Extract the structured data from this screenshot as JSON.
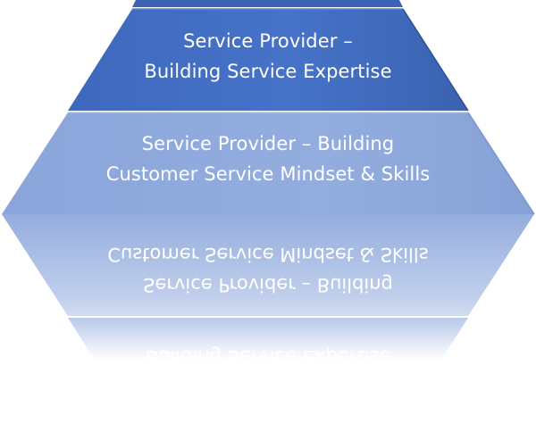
{
  "pyramid": {
    "tiers": [
      {
        "line1": "Service Provider –",
        "line2": "Building Service Expertise"
      },
      {
        "line1": "Service Provider – Building",
        "line2": "Customer Service Mindset & Skills"
      }
    ]
  },
  "colors": {
    "tier_top": "#4673c9",
    "tier_top_dark": "#3a63b3",
    "tier_bottom": "#8fa9dc",
    "tier_bottom_light": "#9db5e2",
    "cap": "#3b64b5"
  }
}
